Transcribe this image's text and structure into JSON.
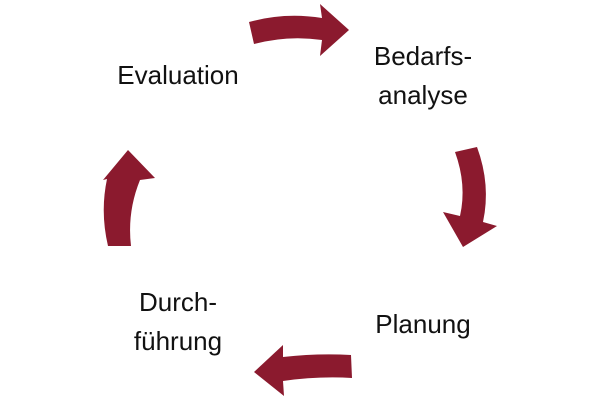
{
  "diagram": {
    "type": "cycle",
    "arrow_color": "#8B1A2E",
    "stages": [
      {
        "lines": [
          "Bedarfs-",
          "analyse"
        ]
      },
      {
        "lines": [
          "Planung"
        ]
      },
      {
        "lines": [
          "Durch-",
          "führung"
        ]
      },
      {
        "lines": [
          "Evaluation"
        ]
      }
    ]
  }
}
